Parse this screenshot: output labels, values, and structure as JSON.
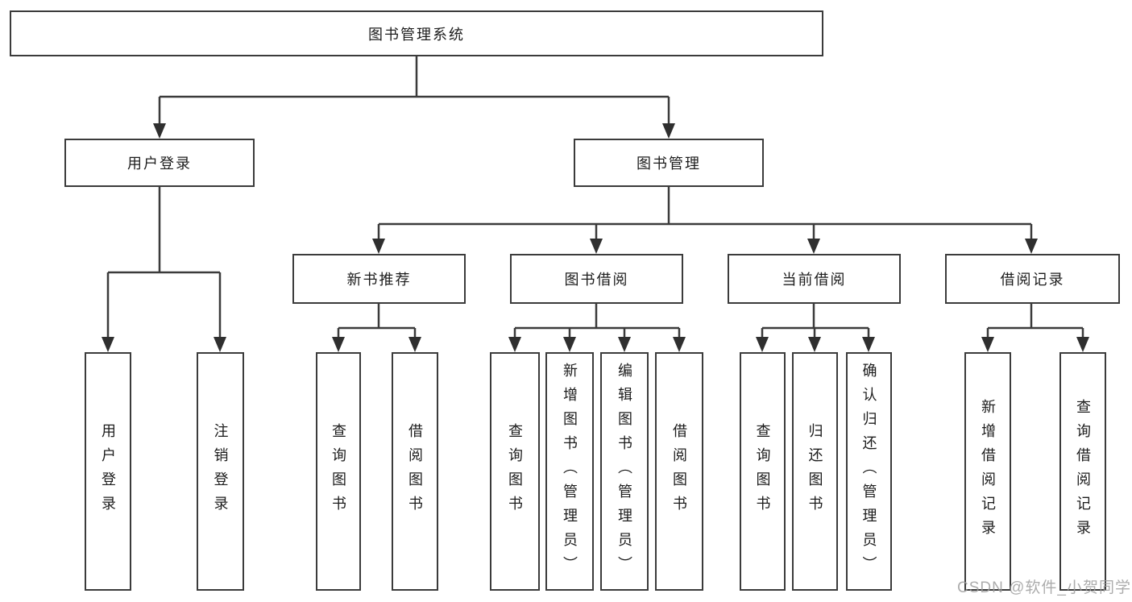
{
  "tree": {
    "label": "图书管理系统",
    "children": [
      {
        "label": "用户登录",
        "children": [
          {
            "label": "用户登录"
          },
          {
            "label": "注销登录"
          }
        ]
      },
      {
        "label": "图书管理",
        "children": [
          {
            "label": "新书推荐",
            "children": [
              {
                "label": "查询图书"
              },
              {
                "label": "借阅图书"
              }
            ]
          },
          {
            "label": "图书借阅",
            "children": [
              {
                "label": "查询图书"
              },
              {
                "label": "新增图书（管理员）"
              },
              {
                "label": "编辑图书（管理员）"
              },
              {
                "label": "借阅图书"
              }
            ]
          },
          {
            "label": "当前借阅",
            "children": [
              {
                "label": "查询图书"
              },
              {
                "label": "归还图书"
              },
              {
                "label": "确认归还（管理员）"
              }
            ]
          },
          {
            "label": "借阅记录",
            "children": [
              {
                "label": "新增借阅记录"
              },
              {
                "label": "查询借阅记录"
              }
            ]
          }
        ]
      }
    ]
  },
  "watermark": "CSDN @软件_小贺同学",
  "colors": {
    "line": "#3b3b3b",
    "arrow": "#2f2f2f",
    "text": "#1c1c1c",
    "background": "#ffffff",
    "watermark": "#9e9e9e"
  }
}
